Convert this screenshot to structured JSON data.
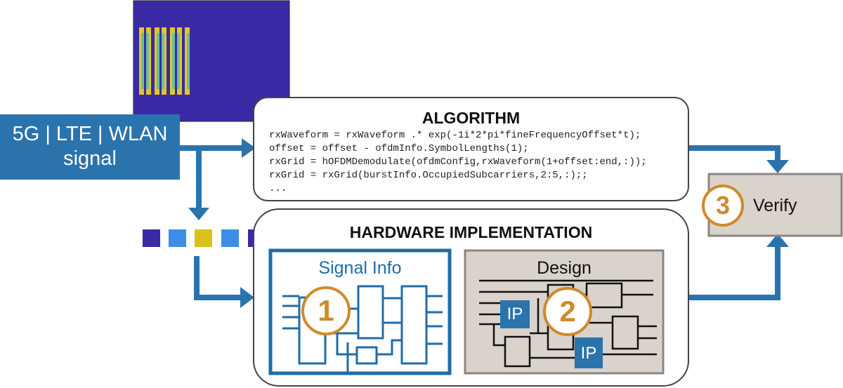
{
  "colors": {
    "blue": "#2b73ad",
    "panel_blue": "#1f6da6",
    "orange": "#d08a2a",
    "gray_box": "#d9d3cc",
    "spectrum_bg": "#3a2aa6",
    "spectrum_yellow": "#e3c52a",
    "spectrum_green": "#6dbf9a"
  },
  "signal": {
    "line1": "5G | LTE | WLAN",
    "line2": "signal"
  },
  "algorithm": {
    "title": "ALGORITHM",
    "code": [
      "rxWaveform = rxWaveform .* exp(-1i*2*pi*fineFrequencyOffset*t);",
      "offset = offset - ofdmInfo.SymbolLengths(1);",
      "rxGrid = hOFDMDemodulate(ofdmConfig,rxWaveform(1+offset:end,:));",
      "rxGrid = rxGrid(burstInfo.OccupiedSubcarriers,2:5,:);;",
      "..."
    ]
  },
  "hardware": {
    "title": "HARDWARE IMPLEMENTATION",
    "signal_info": {
      "title": "Signal Info",
      "step": "1"
    },
    "design": {
      "title": "Design",
      "step": "2",
      "ip_labels": [
        "IP",
        "IP"
      ]
    }
  },
  "verify": {
    "label": "Verify",
    "step": "3"
  },
  "stream_squares": [
    "#3a2aa6",
    "#3d8ee8",
    "#d9c11e",
    "#3d8ee8",
    "#3a2aa6"
  ]
}
